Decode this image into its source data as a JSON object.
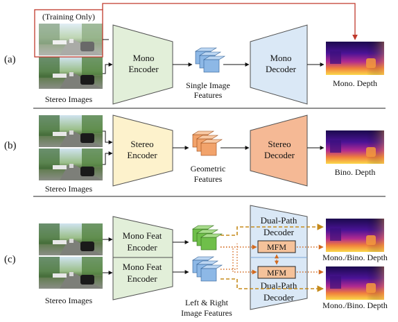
{
  "figure": {
    "rows": [
      {
        "id": "a",
        "label": "(a)",
        "note": "(Training Only)",
        "input_caption": "Stereo Images",
        "encoder": [
          "Mono",
          "Encoder"
        ],
        "features": [
          "Single Image",
          "Features"
        ],
        "decoder": [
          "Mono",
          "Decoder"
        ],
        "output_caption": "Mono. Depth"
      },
      {
        "id": "b",
        "label": "(b)",
        "input_caption": "Stereo Images",
        "encoder": [
          "Stereo",
          "Encoder"
        ],
        "features": [
          "Geometric",
          "Features"
        ],
        "decoder": [
          "Stereo",
          "Decoder"
        ],
        "output_caption": "Bino. Depth"
      },
      {
        "id": "c",
        "label": "(c)",
        "input_caption": "Stereo Images",
        "encoder_top": [
          "Mono Feat",
          "Encoder"
        ],
        "encoder_bottom": [
          "Mono Feat",
          "Encoder"
        ],
        "features": [
          "Left & Right",
          "Image Features"
        ],
        "decoder_top": [
          "Dual-Path",
          "Decoder"
        ],
        "decoder_bottom": [
          "Dual-Path",
          "Decoder"
        ],
        "mfm": "MFM",
        "output_top_caption": "Mono./Bino. Depth",
        "output_bottom_caption": "Mono./Bino. Depth"
      }
    ],
    "colors": {
      "mono_encoder": "#e2efd9",
      "stereo_encoder": "#fdf2cc",
      "mono_decoder": "#dae8f6",
      "stereo_decoder": "#f5b995",
      "blue_features": "#8db8e6",
      "orange_features": "#f2a36b",
      "green_features": "#6fbf4a",
      "mfm_fill": "#f5c29a",
      "note_border": "#c0392b",
      "dashed_line": "#c58a1a",
      "dotted_line": "#d2691e"
    }
  }
}
